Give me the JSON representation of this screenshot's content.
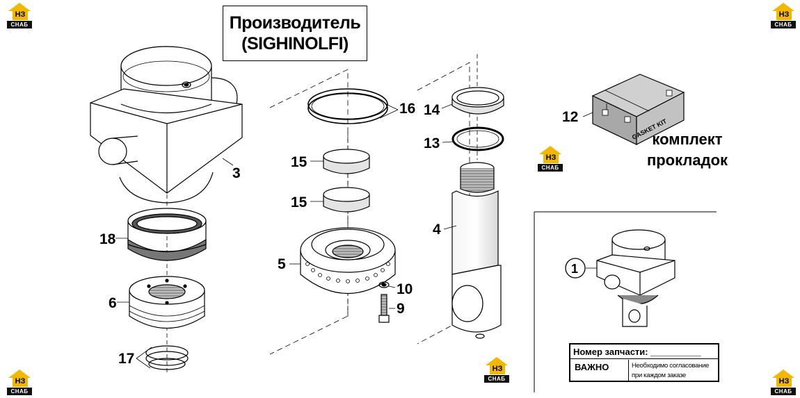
{
  "title": {
    "line1": "Производитель",
    "line2": "(SIGHINOLFI)"
  },
  "callouts": [
    "3",
    "18",
    "6",
    "17",
    "16",
    "15",
    "15",
    "5",
    "10",
    "9",
    "14",
    "13",
    "4",
    "12",
    "1"
  ],
  "kit": {
    "box_label": "GASKET KIT",
    "caption_line1": "комплект",
    "caption_line2": "прокладок"
  },
  "info": {
    "part_number_label": "Номер запчасти: __________",
    "important_label": "ВАЖНО",
    "note_line1": "Необходимо согласование",
    "note_line2": "при каждом заказе"
  },
  "logo": {
    "mark": "НЗ",
    "sub": "СНАБ",
    "color": "#f2b800"
  }
}
